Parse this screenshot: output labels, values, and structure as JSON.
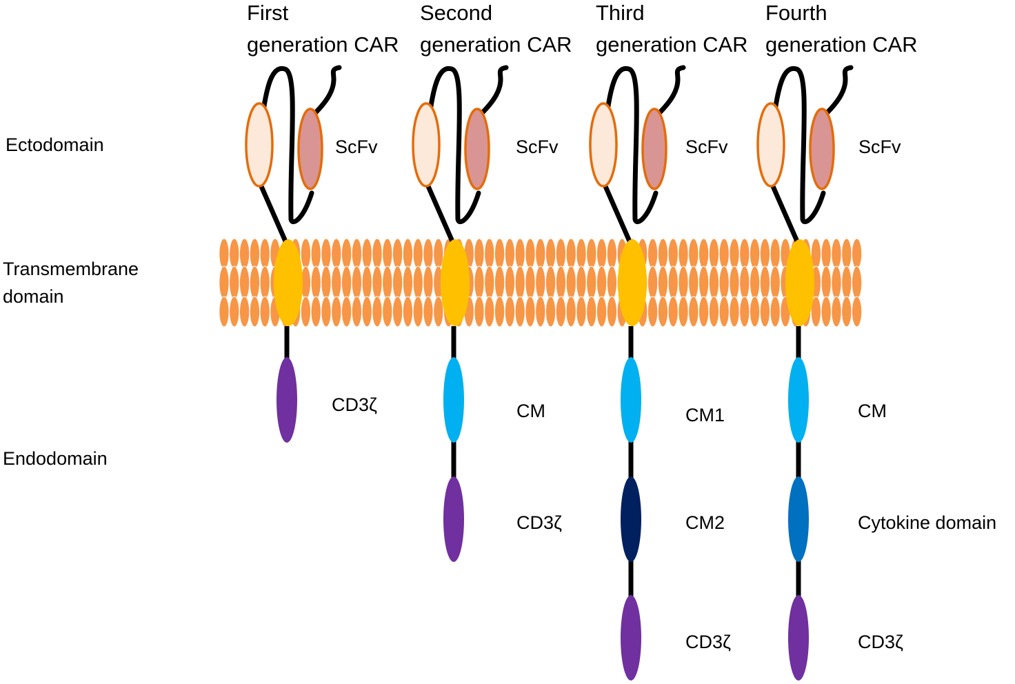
{
  "region_labels": {
    "ectodomain": "Ectodomain",
    "transmembrane_line1": "Transmembrane",
    "transmembrane_line2": "domain",
    "endodomain": "Endodomain"
  },
  "generations": [
    {
      "title_line1": "First",
      "title_line2": "generation CAR",
      "scfv_label": "ScFv",
      "segments": [
        {
          "label": "CD3ζ",
          "color": "#7030a0"
        }
      ]
    },
    {
      "title_line1": "Second",
      "title_line2": "generation CAR",
      "scfv_label": "ScFv",
      "segments": [
        {
          "label": "CM",
          "color": "#00b0f0"
        },
        {
          "label": "CD3ζ",
          "color": "#7030a0"
        }
      ]
    },
    {
      "title_line1": "Third",
      "title_line2": "generation CAR",
      "scfv_label": "ScFv",
      "segments": [
        {
          "label": "CM1",
          "color": "#00b0f0"
        },
        {
          "label": "CM2",
          "color": "#002060"
        },
        {
          "label": "CD3ζ",
          "color": "#7030a0"
        }
      ]
    },
    {
      "title_line1": "Fourth",
      "title_line2": "generation CAR",
      "scfv_label": "ScFv",
      "segments": [
        {
          "label": "CM",
          "color": "#00b0f0"
        },
        {
          "label": "Cytokine domain",
          "color": "#0070c0"
        },
        {
          "label": "CD3ζ",
          "color": "#7030a0"
        }
      ]
    }
  ],
  "colors": {
    "membrane": "#f79646",
    "transmembrane_domain": "#ffc000",
    "scfv_light": "#fde9d9",
    "scfv_dark": "#d99594",
    "scfv_outline": "#e46c0a",
    "linker": "#000000"
  }
}
